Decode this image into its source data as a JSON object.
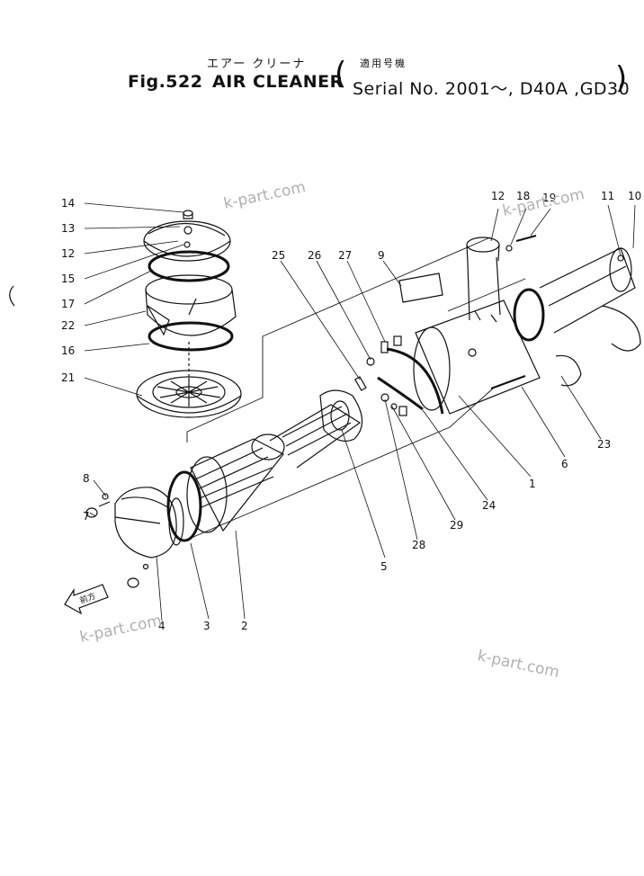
{
  "header": {
    "jp_caption": "エアー クリーナ",
    "fig_label": "Fig.522",
    "title": "AIR CLEANER",
    "serial_jp": "適用号機",
    "serial_text": "Serial No. 2001～, D40A ,GD30"
  },
  "watermark": "k-part.com",
  "front_marker": "前方",
  "callouts": {
    "p14": "14",
    "p13": "13",
    "p12a": "12",
    "p15": "15",
    "p17": "17",
    "p22": "22",
    "p16": "16",
    "p21": "21",
    "p8": "8",
    "p7": "7",
    "p25": "25",
    "p26": "26",
    "p27": "27",
    "p9": "9",
    "p12b": "12",
    "p18": "18",
    "p19": "19",
    "p11": "11",
    "p10": "10",
    "p23": "23",
    "p6": "6",
    "p1": "1",
    "p24": "24",
    "p29": "29",
    "p28": "28",
    "p5": "5",
    "p2": "2",
    "p3": "3",
    "p4": "4"
  }
}
